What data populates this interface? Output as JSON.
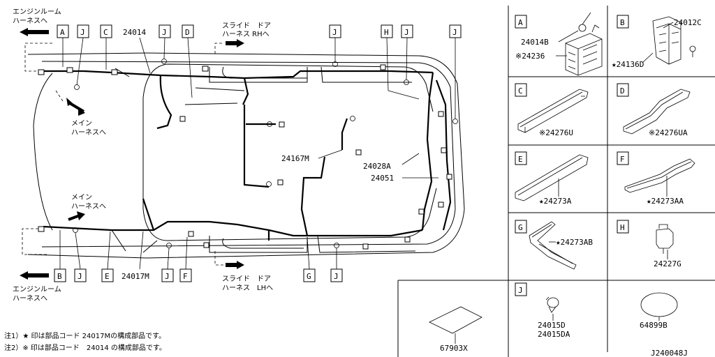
{
  "labels": {
    "engine_room_top": [
      "エンジンルーム",
      "ハーネスへ"
    ],
    "engine_room_bottom": [
      "エンジンルーム",
      "ハーネスへ"
    ],
    "slide_door_rh": [
      "スライド　ドア",
      "ハーネス RHへ"
    ],
    "slide_door_lh": [
      "スライド　ドア",
      "ハーネス　LHへ"
    ],
    "main_harness_top": [
      "メイン",
      "ハーネスへ"
    ],
    "main_harness_bottom": [
      "メイン",
      "ハーネスへ"
    ]
  },
  "top_callouts": [
    "A",
    "J",
    "C",
    "24014",
    "J",
    "D",
    "J",
    "H",
    "J",
    "J"
  ],
  "bottom_callouts": [
    "B",
    "J",
    "E",
    "24017M",
    "J",
    "F",
    "G",
    "J"
  ],
  "part_labels": {
    "p24167M": "24167M",
    "p24028A": "24028A",
    "p24051": "24051"
  },
  "panels": [
    {
      "letter": "A",
      "parts": [
        "24014B",
        "※24236"
      ]
    },
    {
      "letter": "B",
      "parts": [
        "24012C",
        "★24136D"
      ]
    },
    {
      "letter": "C",
      "parts": [
        "※24276U"
      ]
    },
    {
      "letter": "D",
      "parts": [
        "※24276UA"
      ]
    },
    {
      "letter": "E",
      "parts": [
        "★24273A"
      ]
    },
    {
      "letter": "F",
      "parts": [
        "★24273AA"
      ]
    },
    {
      "letter": "G",
      "parts": [
        "★24273AB"
      ]
    },
    {
      "letter": "H",
      "parts": [
        "24227G"
      ]
    },
    {
      "letter": "J",
      "parts": [
        "24015D",
        "24015DA"
      ]
    },
    {
      "letter": "",
      "parts": [
        "64899B"
      ]
    }
  ],
  "pad_part": "67903X",
  "notes": [
    "注1）★ 印は部品コード 24017Mの構成部品です。",
    "注2）※ 印は部品コード　24014 の構成部品です。"
  ],
  "diagram_code": "J240048J"
}
